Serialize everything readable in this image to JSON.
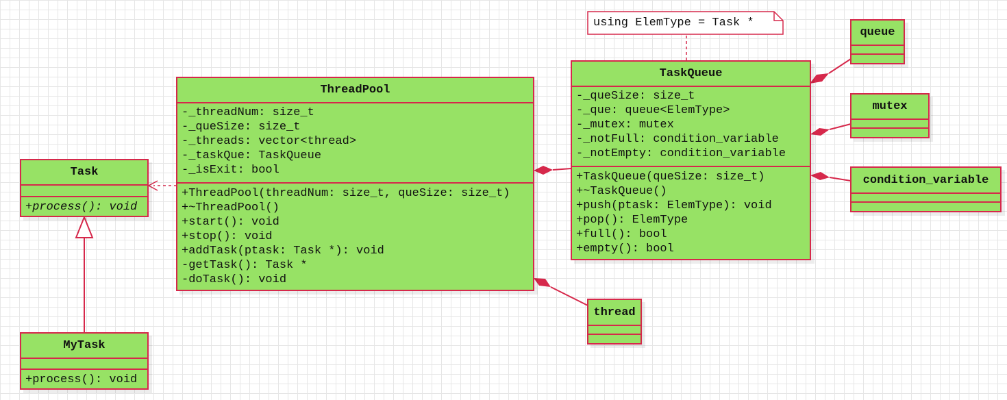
{
  "colors": {
    "class_fill": "#97e265",
    "class_border": "#d6284b",
    "note_fill": "#ffffff"
  },
  "note": {
    "text": "using ElemType = Task *"
  },
  "classes": {
    "task": {
      "name": "Task",
      "methods": [
        "+process(): void"
      ]
    },
    "mytask": {
      "name": "MyTask",
      "methods": [
        "+process(): void"
      ]
    },
    "threadpool": {
      "name": "ThreadPool",
      "attributes": [
        "-_threadNum: size_t",
        "-_queSize: size_t",
        "-_threads: vector<thread>",
        "-_taskQue: TaskQueue",
        "-_isExit: bool"
      ],
      "methods": [
        "+ThreadPool(threadNum: size_t, queSize: size_t)",
        "+~ThreadPool()",
        "+start(): void",
        "+stop(): void",
        "+addTask(ptask: Task *): void",
        "-getTask(): Task *",
        "-doTask(): void"
      ]
    },
    "taskqueue": {
      "name": "TaskQueue",
      "attributes": [
        "-_queSize: size_t",
        "-_que: queue<ElemType>",
        "-_mutex: mutex",
        "-_notFull: condition_variable",
        "-_notEmpty: condition_variable"
      ],
      "methods": [
        "+TaskQueue(queSize: size_t)",
        "+~TaskQueue()",
        "+push(ptask: ElemType): void",
        "+pop(): ElemType",
        "+full(): bool",
        "+empty(): bool"
      ]
    },
    "queue": {
      "name": "queue"
    },
    "mutex": {
      "name": "mutex"
    },
    "condition_variable": {
      "name": "condition_variable"
    },
    "thread": {
      "name": "thread"
    }
  },
  "relationships": [
    {
      "type": "dependency",
      "from": "ThreadPool",
      "to": "Task"
    },
    {
      "type": "inheritance",
      "from": "MyTask",
      "to": "Task"
    },
    {
      "type": "composition",
      "from": "ThreadPool",
      "to": "TaskQueue"
    },
    {
      "type": "composition",
      "from": "ThreadPool",
      "to": "thread"
    },
    {
      "type": "composition",
      "from": "TaskQueue",
      "to": "queue"
    },
    {
      "type": "composition",
      "from": "TaskQueue",
      "to": "mutex"
    },
    {
      "type": "composition",
      "from": "TaskQueue",
      "to": "condition_variable"
    },
    {
      "type": "note-anchor",
      "from": "note",
      "to": "TaskQueue"
    }
  ]
}
